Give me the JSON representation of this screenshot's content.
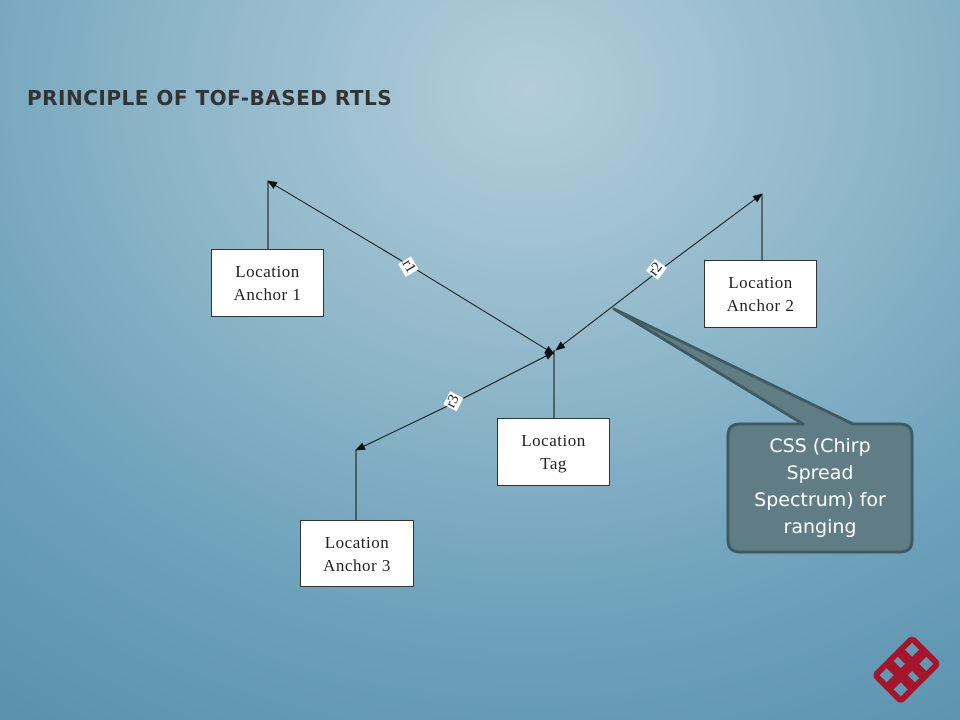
{
  "slide": {
    "title": "PRINCIPLE OF TOF-BASED RTLS"
  },
  "diagram": {
    "anchor1": {
      "line1": "Location",
      "line2": "Anchor 1"
    },
    "anchor2": {
      "line1": "Location",
      "line2": "Anchor 2"
    },
    "anchor3": {
      "line1": "Location",
      "line2": "Anchor 3"
    },
    "tag": {
      "line1": "Location",
      "line2": "Tag"
    },
    "ranges": {
      "r1": "r1",
      "r2": "r2",
      "r3": "r3"
    }
  },
  "callout": {
    "lines": [
      "CSS (Chirp",
      "Spread",
      "Spectrum) for",
      "ranging"
    ],
    "fill": "#607d86",
    "border": "#3f5a62"
  },
  "logo": {
    "icon": "university-logo-icon",
    "color": "#a5152b"
  }
}
